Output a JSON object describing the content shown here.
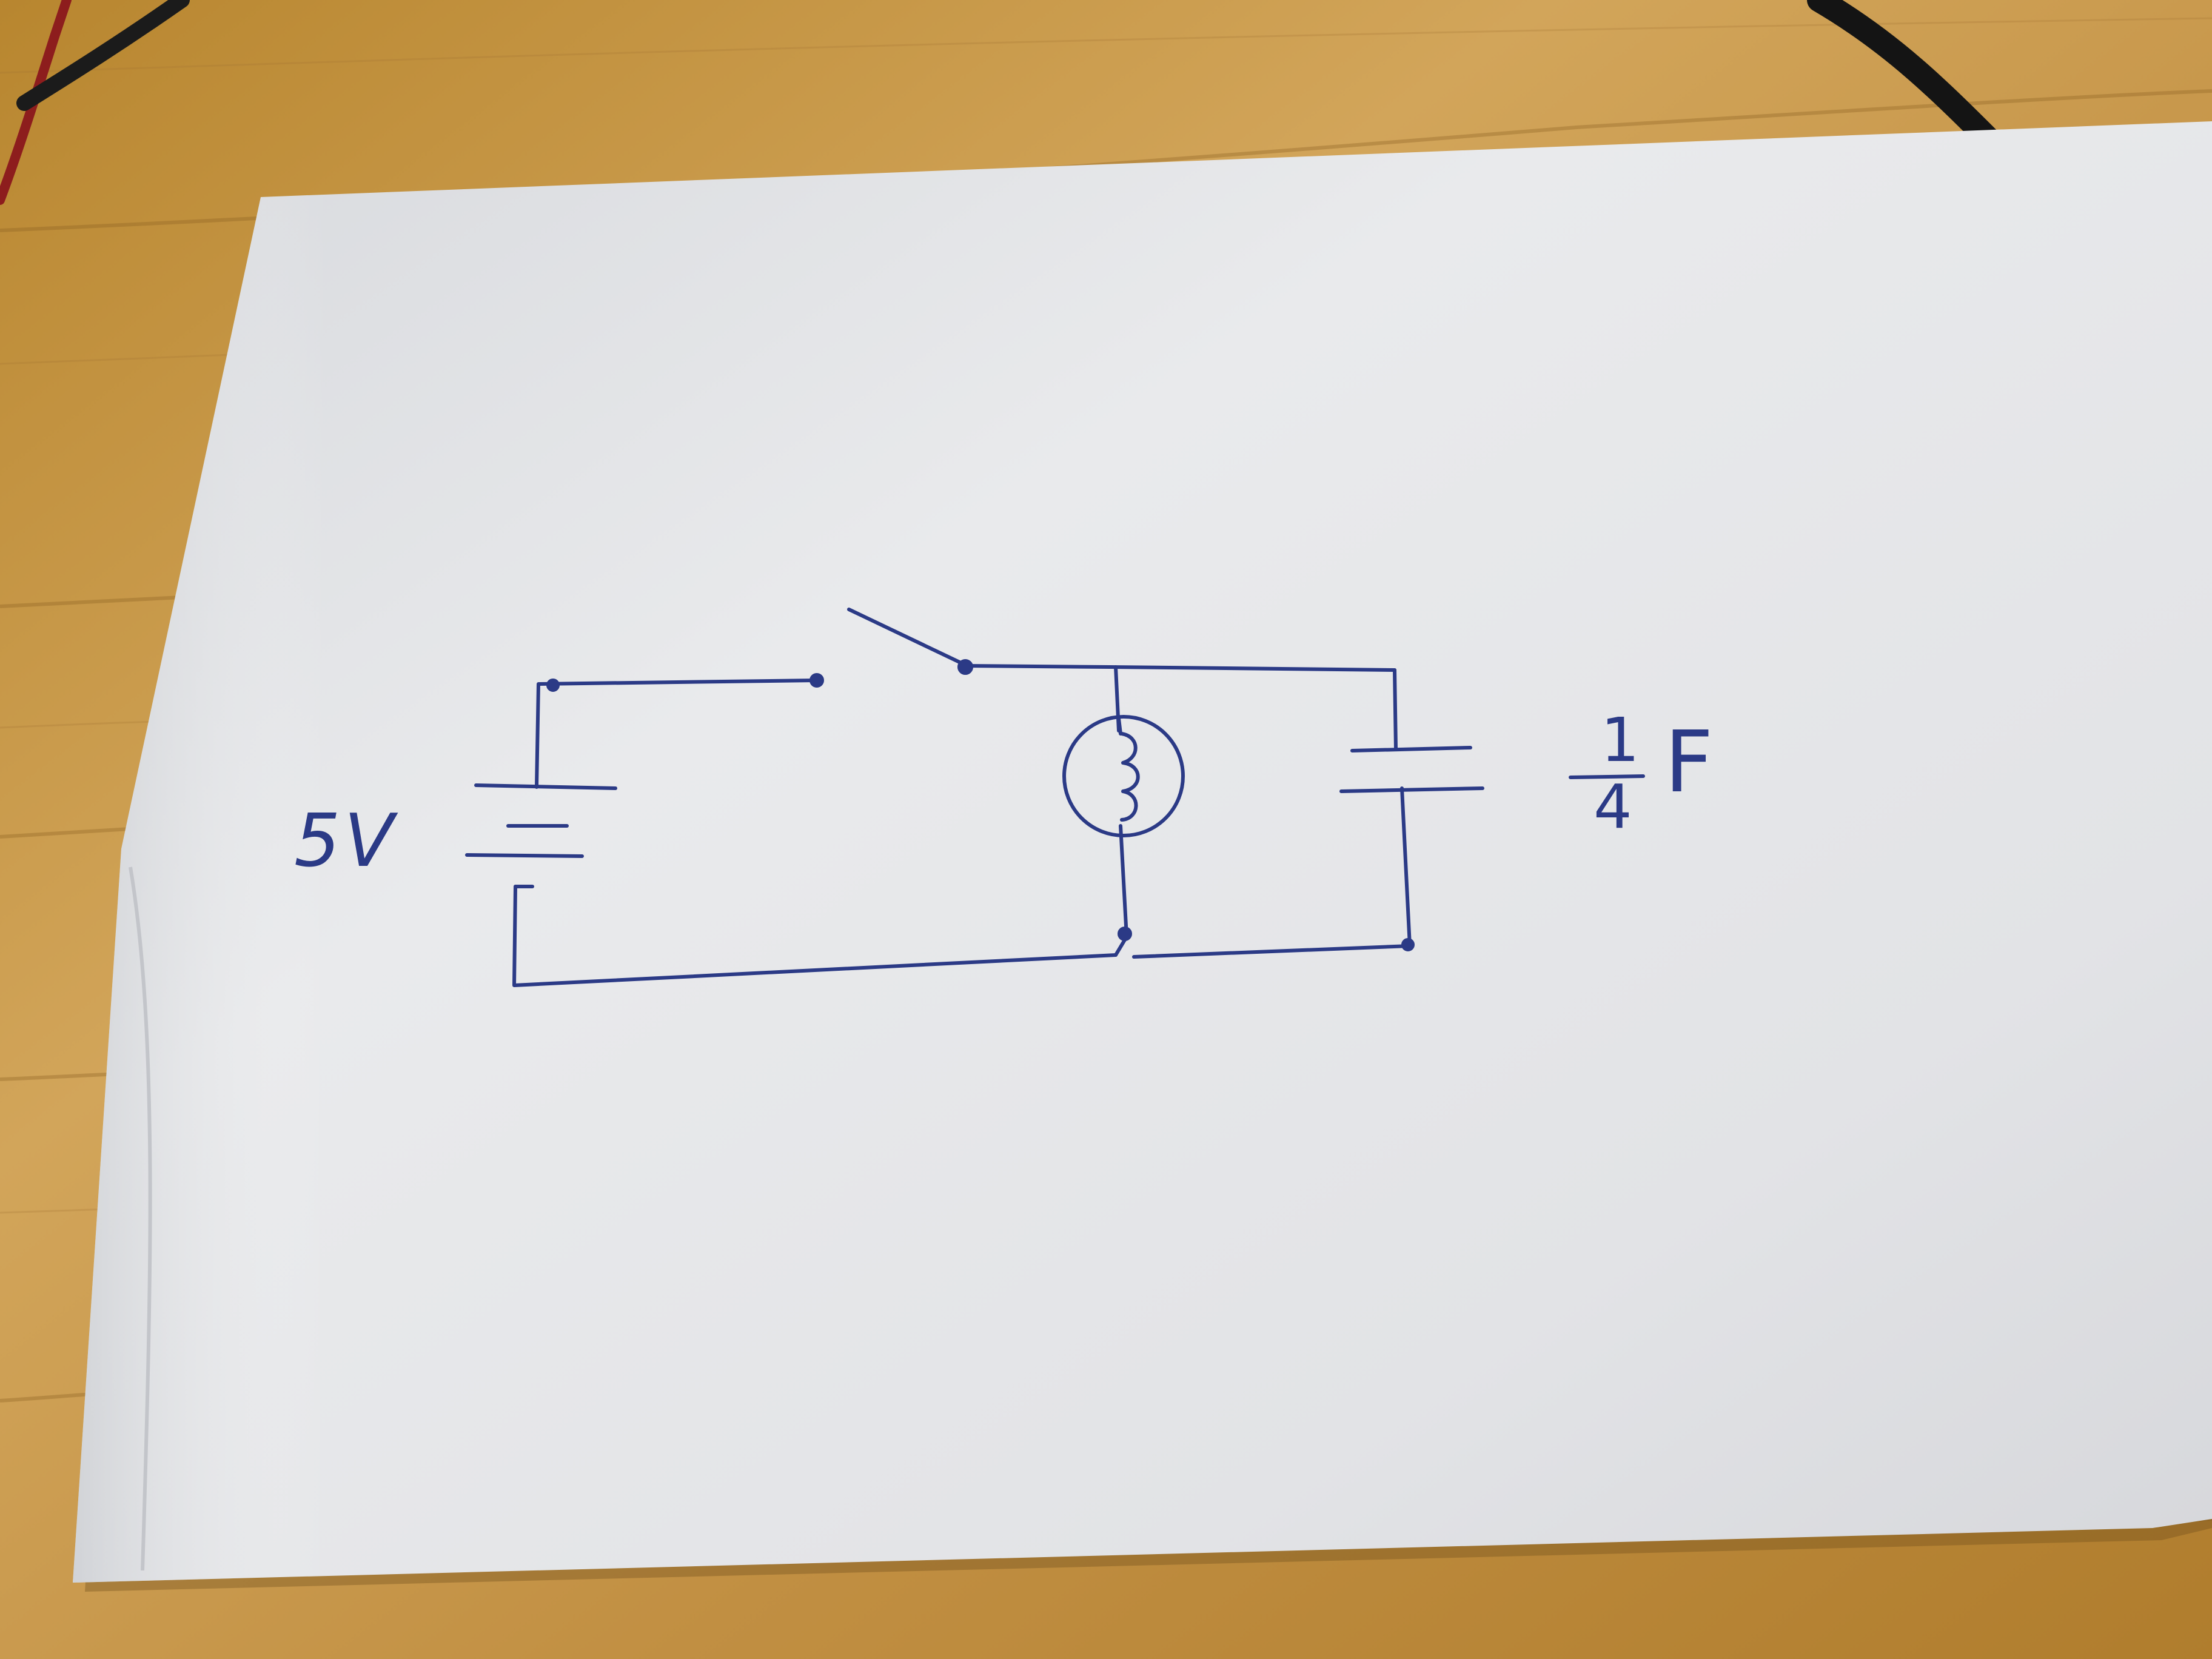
{
  "photo": {
    "surface": "wooden table",
    "paper_color": "#e9eaec",
    "ink_color": "#2b3a86"
  },
  "diagram": {
    "type": "circuit schematic",
    "battery": {
      "label": "5V"
    },
    "switch": {
      "state": "open"
    },
    "bulb": {
      "label": ""
    },
    "capacitor": {
      "label_numerator": "1",
      "label_denominator": "4",
      "label_unit": "F"
    }
  }
}
